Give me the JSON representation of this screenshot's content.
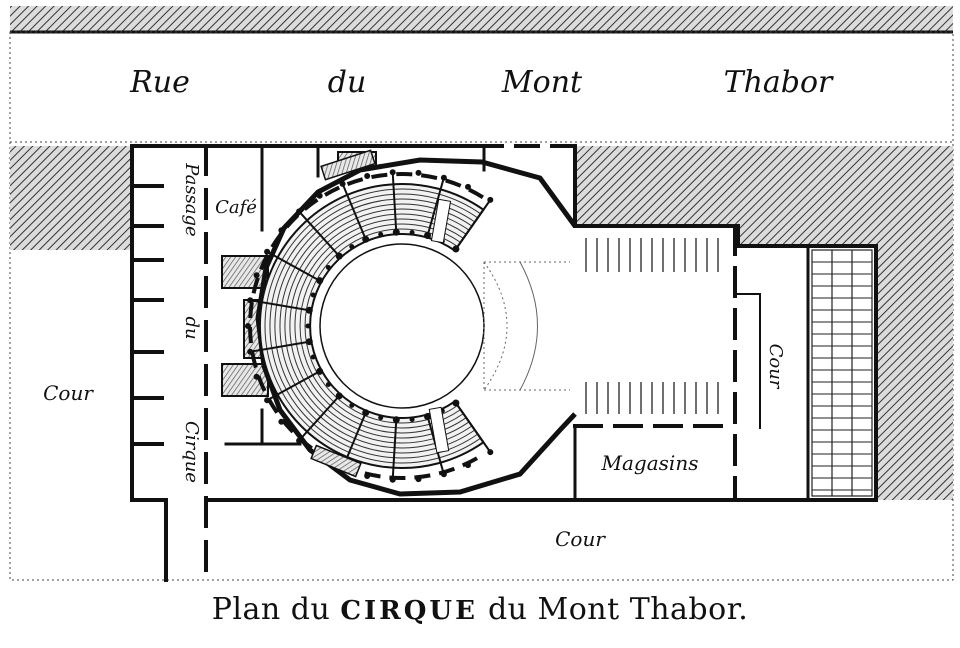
{
  "street": {
    "word1": "Rue",
    "word2": "du",
    "word3": "Mont",
    "word4": "Thabor"
  },
  "labels": {
    "passage_p1": "Passage",
    "passage_p2": "du",
    "passage_p3": "Cirque",
    "cafe": "Café",
    "cour_left": "Cour",
    "cour_right": "Cour",
    "cour_bottom": "Cour",
    "magasins": "Magasins"
  },
  "caption": {
    "part1": "Plan du ",
    "part2": "CIRQUE",
    "part3": " du Mont Thabor."
  }
}
